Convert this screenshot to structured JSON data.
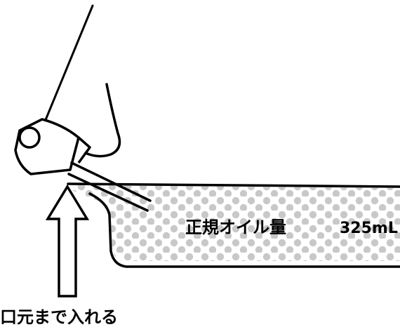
{
  "labels": {
    "oil_amount": "正規オイル量",
    "oil_volume": "325mL",
    "instruction": "口元まで入れる"
  },
  "colors": {
    "stroke": "#000000",
    "dots": "#c8c8c8",
    "background": "#ffffff"
  }
}
